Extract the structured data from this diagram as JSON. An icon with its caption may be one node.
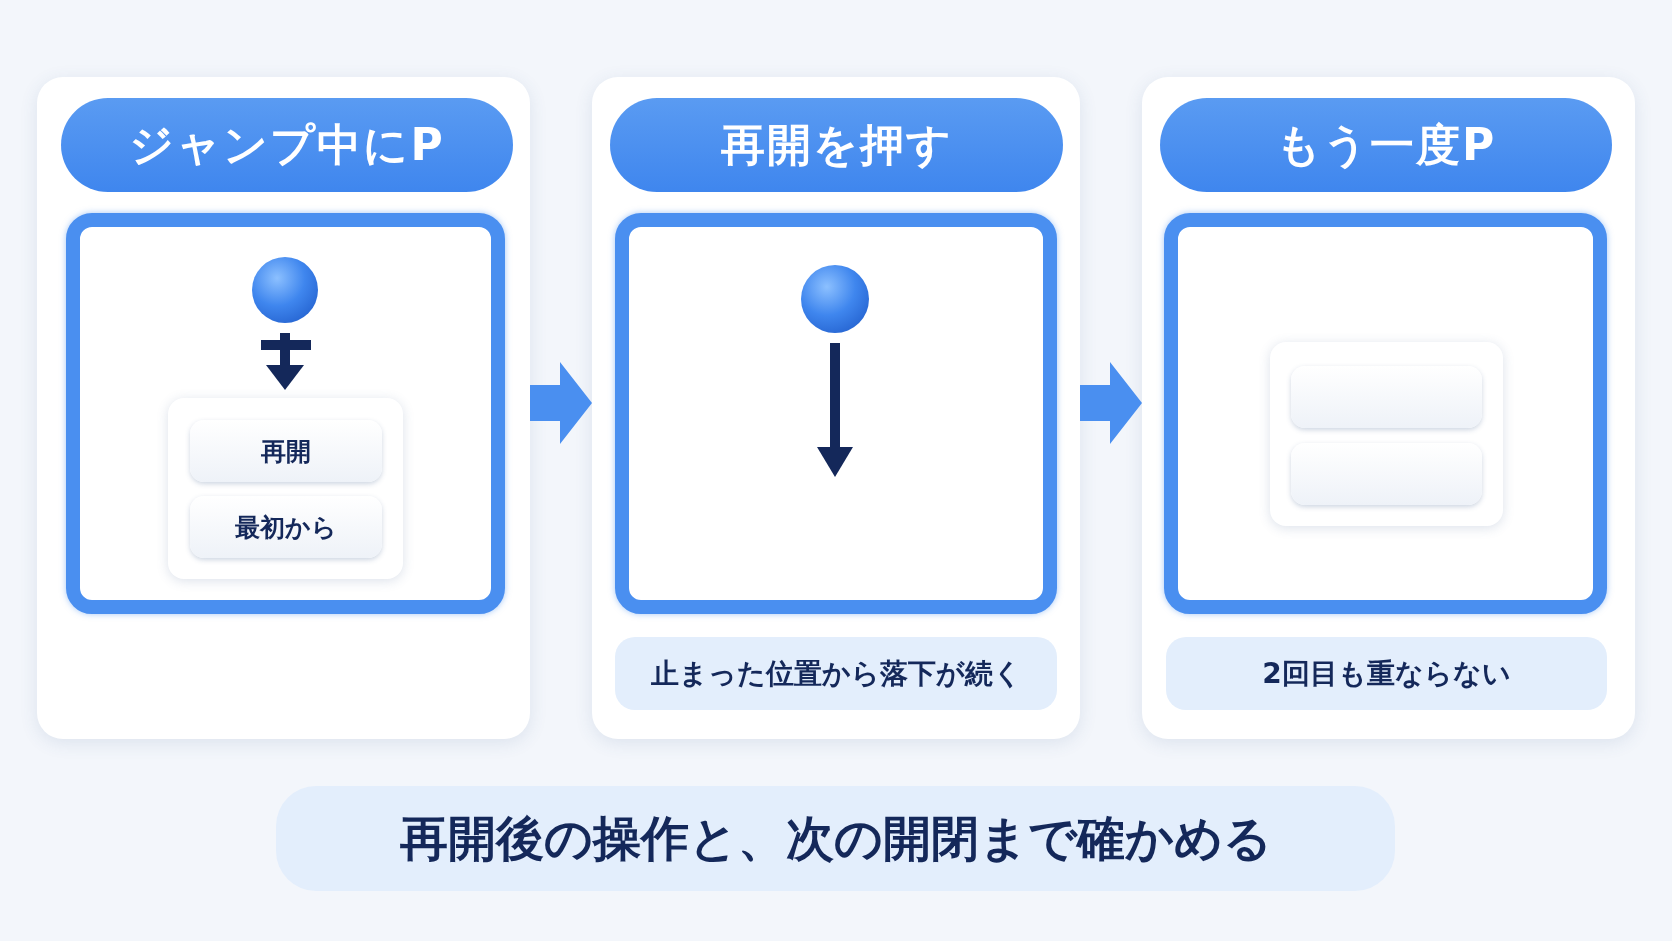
{
  "diagram": {
    "nodes": [
      {
        "text": [],
        "shape": "box"
      },
      {
        "text": [
          "ジャンプ中にP"
        ],
        "in": 0
      },
      {
        "text": [],
        "shape": "box",
        "in": 0
      },
      {
        "text": [],
        "shape": "box",
        "in": 2
      },
      {
        "text": [
          "再開"
        ],
        "in": 3
      },
      {
        "text": [
          "最初から"
        ],
        "in": 3
      },
      {
        "text": [],
        "shape": "box"
      },
      {
        "text": [
          "再開を押す"
        ],
        "in": 6
      },
      {
        "text": [],
        "shape": "box",
        "in": 6
      },
      {
        "text": [
          "止まった位置から落下が続く"
        ],
        "in": 6
      },
      {
        "text": [],
        "shape": "box"
      },
      {
        "text": [
          "もう一度P"
        ],
        "in": 10
      },
      {
        "text": [],
        "shape": "box",
        "in": 10
      },
      {
        "text": [],
        "shape": "box",
        "in": 12
      },
      {
        "text": [],
        "shape": "box",
        "in": 13
      },
      {
        "text": [],
        "shape": "box",
        "in": 13
      },
      {
        "text": [
          "2回目も重ならない"
        ],
        "in": 10
      },
      {
        "text": [
          "再開後の操作と、次の開閉まで確かめる"
        ]
      }
    ],
    "edges": [
      {
        "from": 0,
        "to": 6,
        "arrow": "to"
      },
      {
        "from": 6,
        "to": 10,
        "arrow": "to"
      }
    ]
  }
}
